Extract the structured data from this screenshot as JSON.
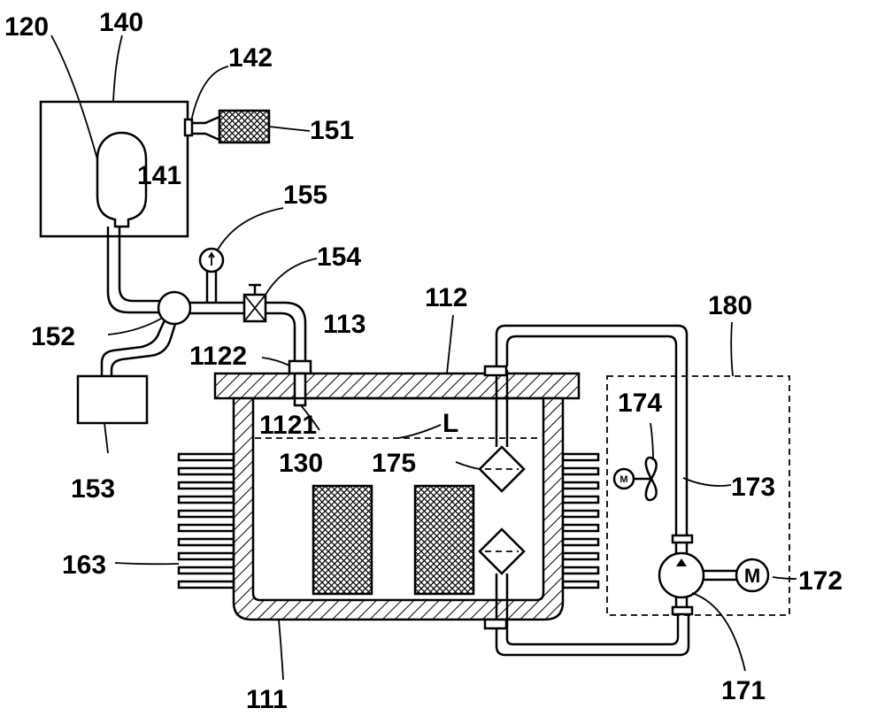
{
  "labels": {
    "l120": "120",
    "l140": "140",
    "l142": "142",
    "l141": "141",
    "l151": "151",
    "l155": "155",
    "l154": "154",
    "l112": "112",
    "l113": "113",
    "l180": "180",
    "l152": "152",
    "l1122": "1122",
    "l1121": "1121",
    "lL": "L",
    "l174": "174",
    "l175": "175",
    "l130": "130",
    "l173": "173",
    "l153": "153",
    "l163": "163",
    "l172": "172",
    "l111": "111",
    "l171": "171",
    "motor_fan": "M",
    "motor_pump": "M"
  }
}
